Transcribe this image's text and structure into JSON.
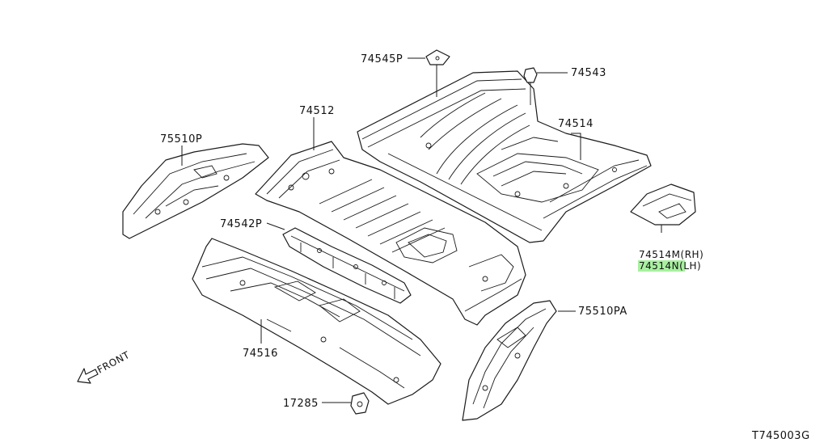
{
  "labels": {
    "p74545P": "74545P",
    "p74543": "74543",
    "p74512": "74512",
    "p74514": "74514",
    "p75510P": "75510P",
    "p74542P": "74542P",
    "p74514M": "74514M(RH)",
    "p74514N": "74514N(LH)",
    "p75510PA": "75510PA",
    "p74516": "74516",
    "p17285": "17285",
    "front": "FRONT",
    "code": "T745003G"
  },
  "colors": {
    "highlight": "#a8f0a0",
    "line": "#1a1a1a"
  }
}
